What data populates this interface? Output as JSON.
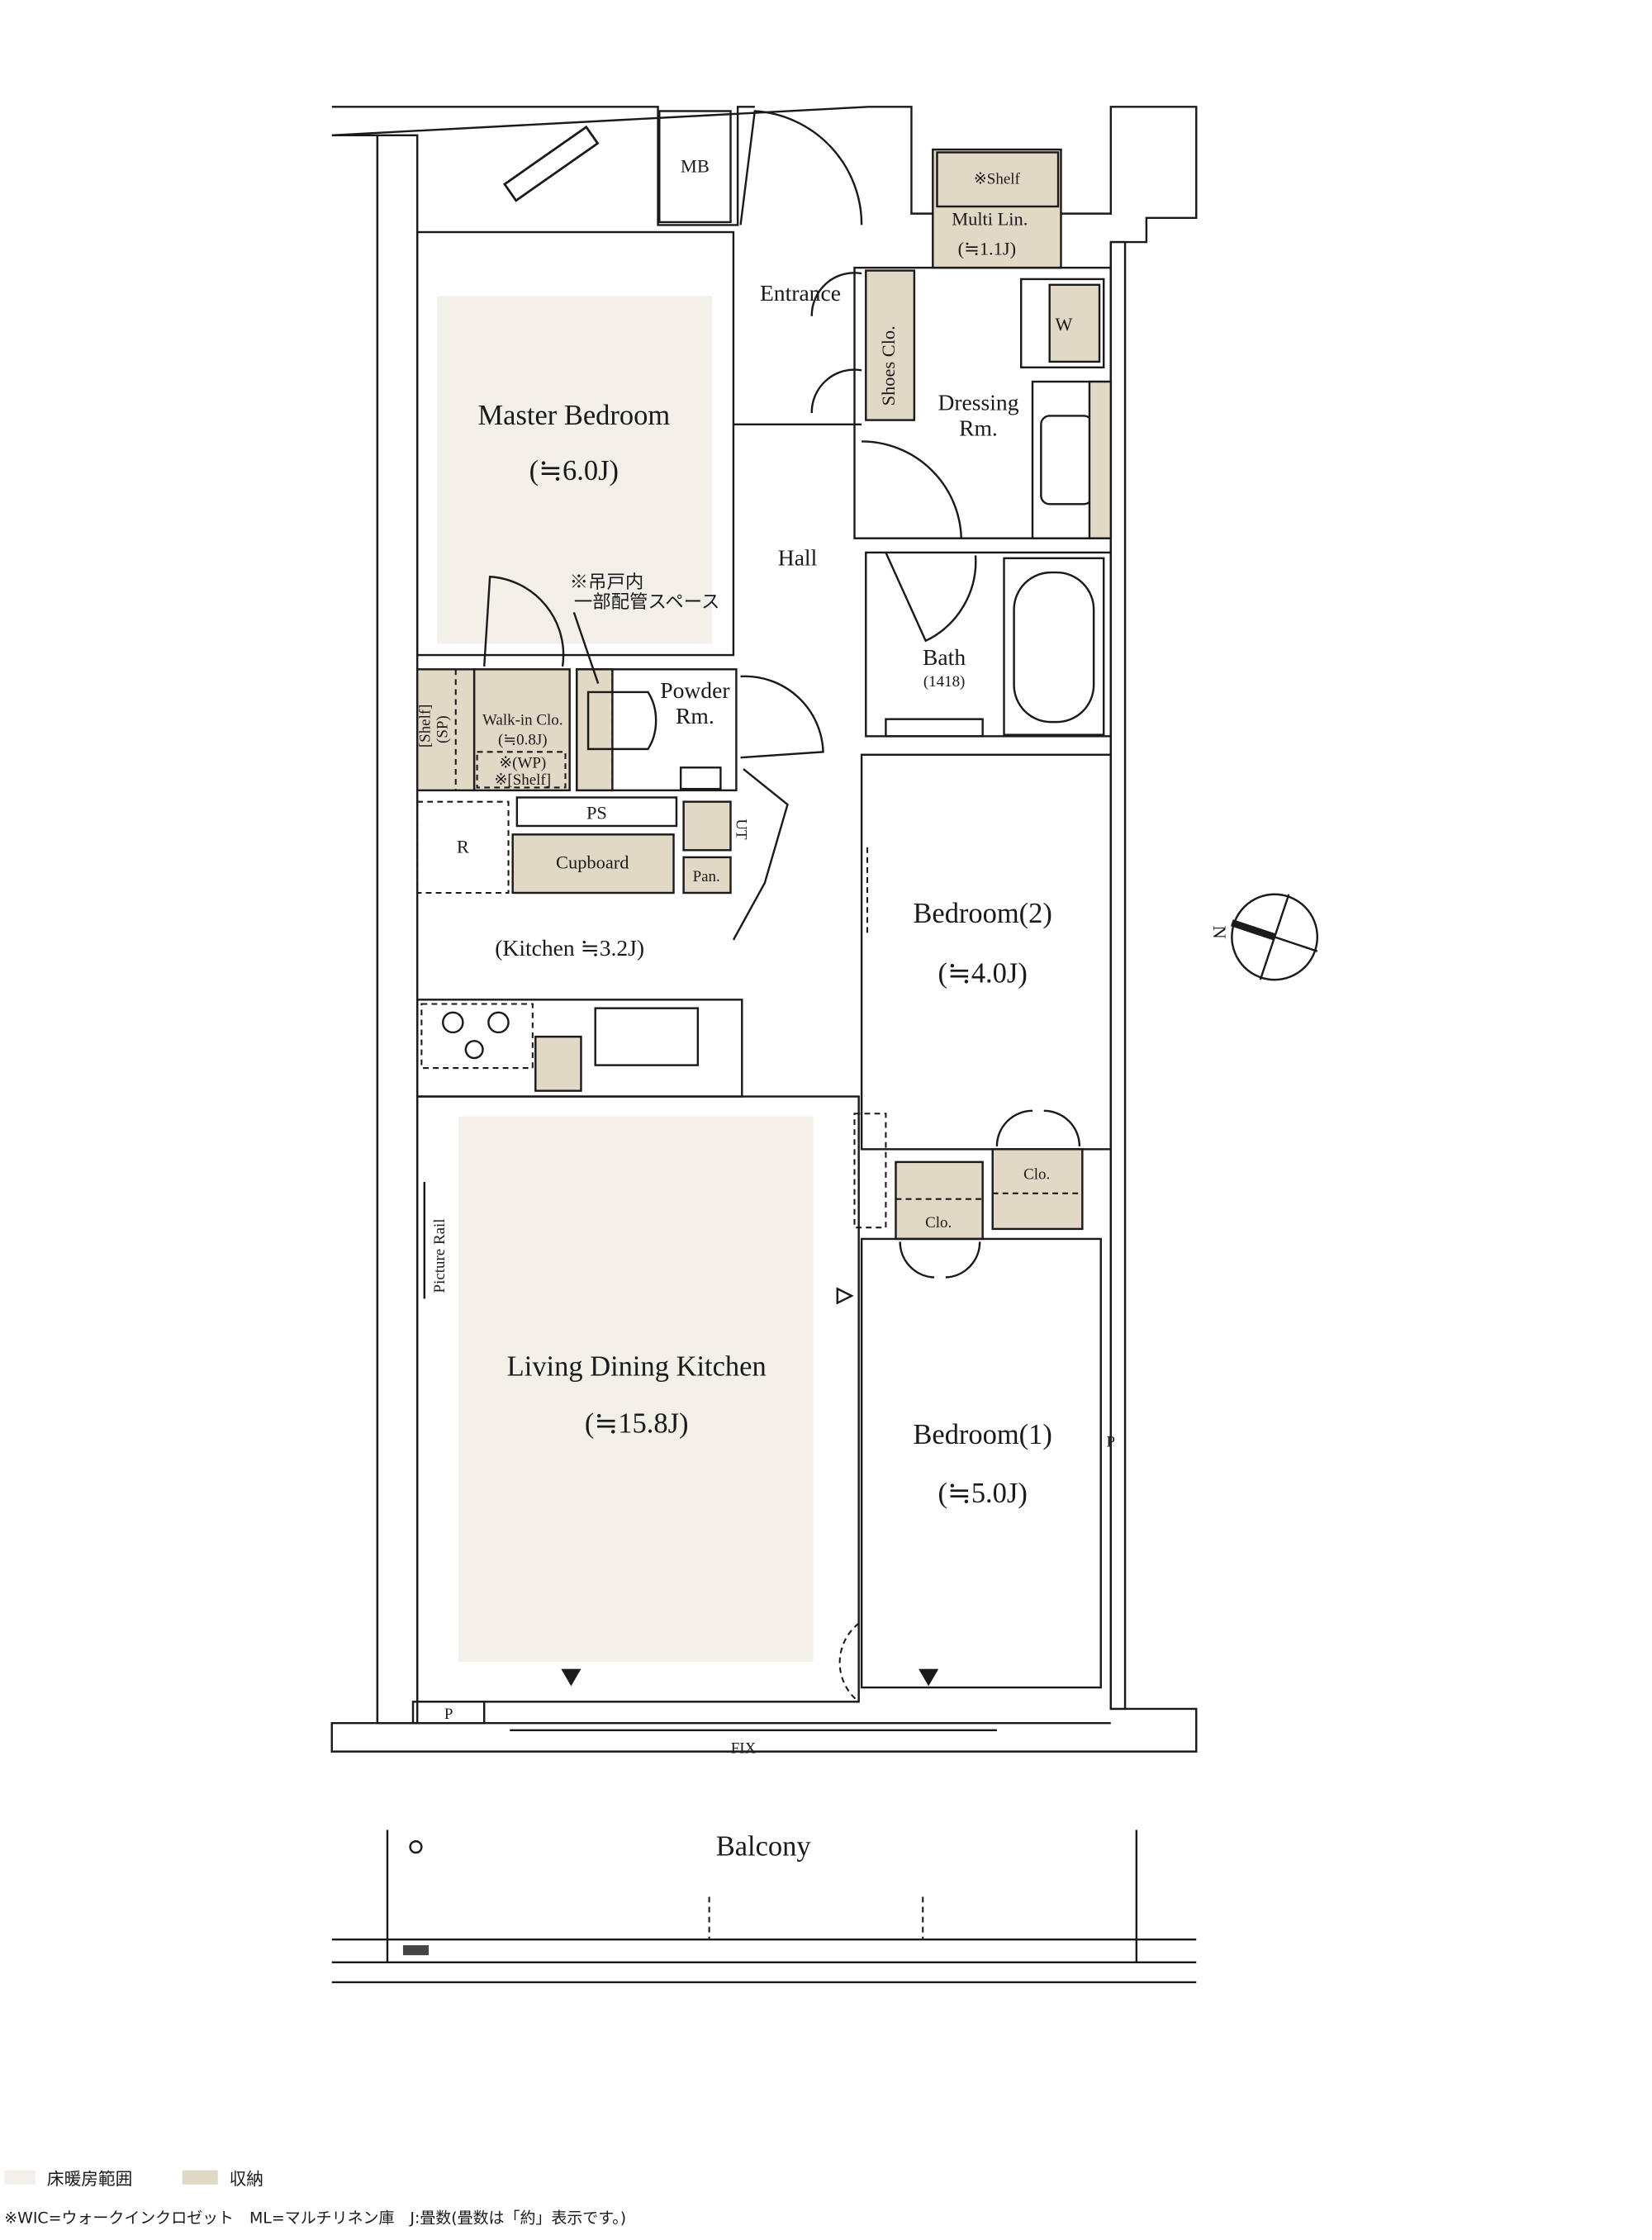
{
  "rooms": {
    "master_bedroom": {
      "label": "Master Bedroom",
      "size": "(≒6.0J)"
    },
    "mb": "MB",
    "entrance": "Entrance",
    "shelf_multi": "※Shelf",
    "multi_lin": {
      "label": "Multi Lin.",
      "size": "(≒1.1J)"
    },
    "shoes_clo": "Shoes Clo.",
    "dressing": {
      "line1": "Dressing",
      "line2": "Rm."
    },
    "washer": "W",
    "hall": "Hall",
    "bath": {
      "label": "Bath",
      "size": "(1418)"
    },
    "pipe_note": {
      "line1": "※吊戸内",
      "line2": "一部配管スペース"
    },
    "powder": {
      "line1": "Powder",
      "line2": "Rm."
    },
    "walkin": {
      "label": "Walk-in Clo.",
      "size": "(≒0.8J)",
      "wp": "※(WP)",
      "shelf": "※[Shelf]"
    },
    "shelf_sp": {
      "line1": "[Shelf]",
      "line2": "(SP)"
    },
    "ps": "PS",
    "r": "R",
    "cupboard": "Cupboard",
    "ut": "UT",
    "pan": "Pan.",
    "kitchen": "(Kitchen ≒3.2J)",
    "bedroom2": {
      "label": "Bedroom(2)",
      "size": "(≒4.0J)"
    },
    "clo_a": "Clo.",
    "clo_b": "Clo.",
    "picture_rail": "Picture Rail",
    "ldk": {
      "label": "Living Dining Kitchen",
      "size": "(≒15.8J)"
    },
    "bedroom1": {
      "label": "Bedroom(1)",
      "size": "(≒5.0J)"
    },
    "p_right": "P",
    "p_left": "P",
    "fix": "FIX",
    "balcony": "Balcony"
  },
  "compass": {
    "north": "N"
  },
  "legend": {
    "items": [
      {
        "label": "床暖房範囲",
        "color": "#f3f0ea"
      },
      {
        "label": "収納",
        "color": "#e2d8c6"
      }
    ],
    "note": "※WIC=ウォークインクロゼット　ML=マルチリネン庫　J:畳数(畳数は「約」表示です。)"
  }
}
